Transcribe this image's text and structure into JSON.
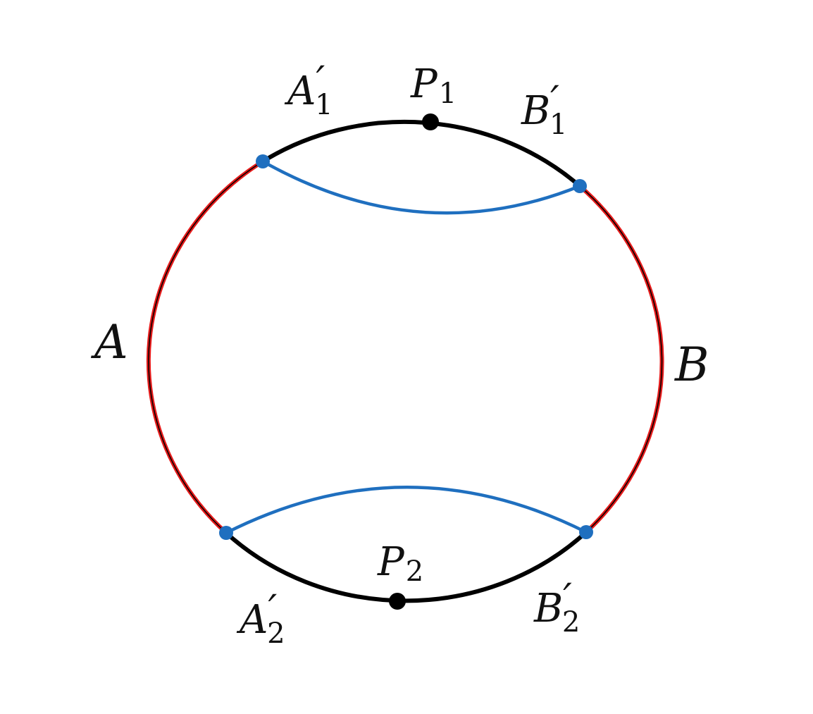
{
  "diagram": {
    "colors": {
      "boundary": "#000000",
      "region_ab": "#e41a1a",
      "geodesic": "#1f6fbf",
      "blue_point": "#1f6fbf",
      "black_point": "#000000"
    },
    "labels": {
      "A": "A",
      "B": "B",
      "P1": {
        "base": "P",
        "sub": "1"
      },
      "P2": {
        "base": "P",
        "sub": "2"
      },
      "A1p": {
        "base": "A",
        "prime": "′",
        "sub": "1"
      },
      "B1p": {
        "base": "B",
        "prime": "′",
        "sub": "1"
      },
      "A2p": {
        "base": "A",
        "prime": "′",
        "sub": "2"
      },
      "B2p": {
        "base": "B",
        "prime": "′",
        "sub": "2"
      }
    }
  }
}
